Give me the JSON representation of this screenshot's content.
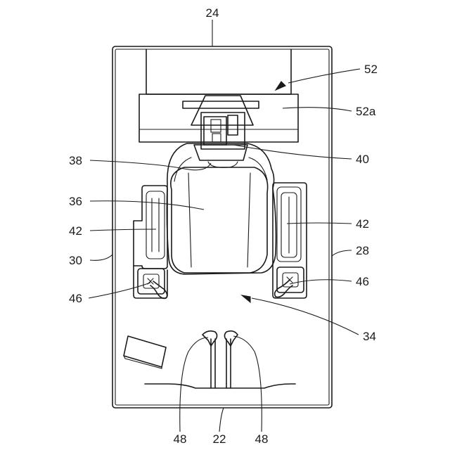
{
  "labels": {
    "l24": "24",
    "l52": "52",
    "l52a": "52a",
    "l38": "38",
    "l40": "40",
    "l36": "36",
    "l42_left": "42",
    "l42_right": "42",
    "l30": "30",
    "l28": "28",
    "l46_left": "46",
    "l46_right": "46",
    "l34": "34",
    "l48_left": "48",
    "l22": "22",
    "l48_right": "48"
  },
  "colors": {
    "stroke": "#1a1a1a",
    "background": "#ffffff"
  }
}
